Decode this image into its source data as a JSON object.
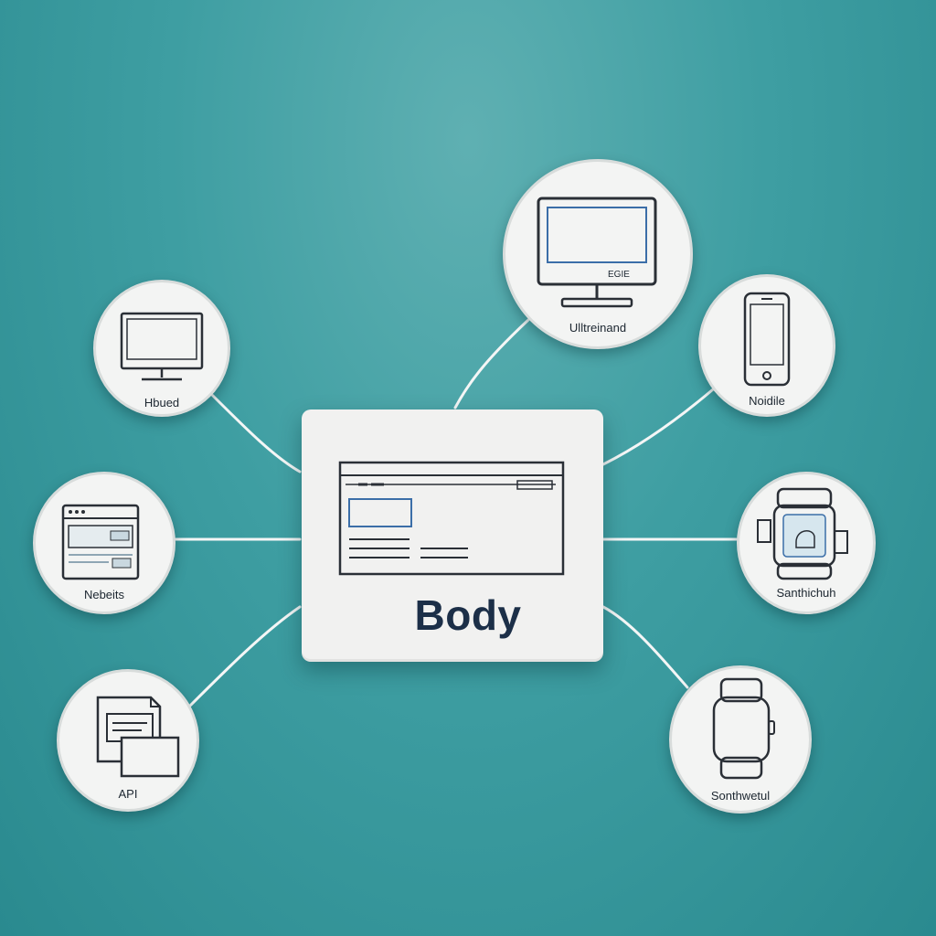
{
  "center": {
    "title": "Body",
    "icon": "browser-window-icon"
  },
  "nodes": [
    {
      "id": "top-desktop",
      "label": "Ulltreinand",
      "screen_text": "EGIE",
      "icon": "desktop-monitor-icon"
    },
    {
      "id": "left-desktop",
      "label": "Hbued",
      "icon": "desktop-monitor-icon"
    },
    {
      "id": "mobile",
      "label": "Noidile",
      "icon": "smartphone-icon"
    },
    {
      "id": "website",
      "label": "Nebeits",
      "icon": "browser-window-icon"
    },
    {
      "id": "smartwatch-upper",
      "label": "Santhichuh",
      "icon": "smartwatch-icon"
    },
    {
      "id": "api",
      "label": "API",
      "icon": "documents-icon"
    },
    {
      "id": "smartwatch-lower",
      "label": "Sonthwetul",
      "icon": "smartwatch-icon"
    }
  ],
  "colors": {
    "background": "#3e9ea2",
    "card": "#f1f1f0",
    "title": "#1c2f48",
    "line_art": "#2a2f36",
    "accent_blue": "#3b6ea8"
  }
}
